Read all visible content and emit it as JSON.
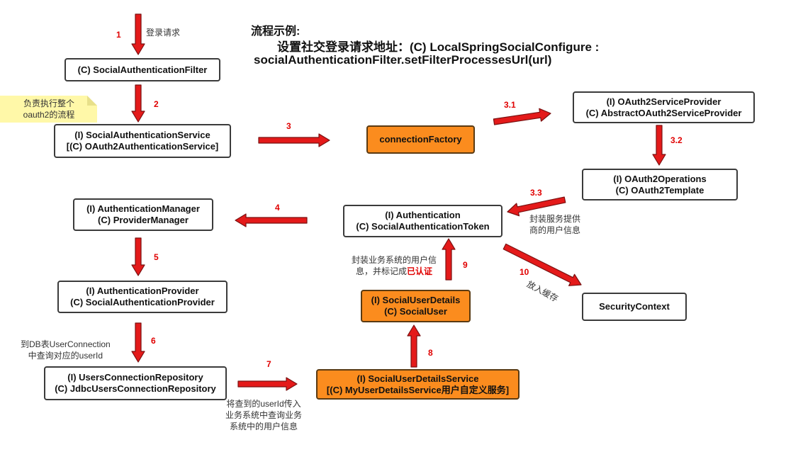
{
  "title": {
    "heading": "流程示例:",
    "line1": "设置社交登录请求地址：(C) LocalSpringSocialConfigure :",
    "line2": "socialAuthenticationFilter.setFilterProcessesUrl(url)"
  },
  "boxes": {
    "filter": {
      "lines": [
        "(C) SocialAuthenticationFilter"
      ],
      "highlight": false
    },
    "auth_service": {
      "lines": [
        "(I) SocialAuthenticationService",
        "[(C) OAuth2AuthenticationService]"
      ],
      "highlight": false
    },
    "connection_factory": {
      "lines": [
        "connectionFactory"
      ],
      "highlight": true
    },
    "service_provider": {
      "lines": [
        "(I) OAuth2ServiceProvider",
        "(C) AbstractOAuth2ServiceProvider"
      ],
      "highlight": false
    },
    "operations": {
      "lines": [
        "(I) OAuth2Operations",
        "(C) OAuth2Template"
      ],
      "highlight": false
    },
    "authentication": {
      "lines": [
        "(I) Authentication",
        "(C) SocialAuthenticationToken"
      ],
      "highlight": false
    },
    "auth_manager": {
      "lines": [
        "(I) AuthenticationManager",
        "(C) ProviderManager"
      ],
      "highlight": false
    },
    "auth_provider": {
      "lines": [
        "(I) AuthenticationProvider",
        "(C) SocialAuthenticationProvider"
      ],
      "highlight": false
    },
    "users_conn_repo": {
      "lines": [
        "(I) UsersConnectionRepository",
        "(C) JdbcUsersConnectionRepository"
      ],
      "highlight": false
    },
    "user_details_service": {
      "lines": [
        "(I) SocialUserDetailsService",
        "[(C) MyUserDetailsService用户自定义服务]"
      ],
      "highlight": true
    },
    "user_details": {
      "lines": [
        "(I) SocialUserDetails",
        "(C) SocialUser"
      ],
      "highlight": true
    },
    "security_context": {
      "lines": [
        "SecurityContext"
      ],
      "highlight": false
    }
  },
  "steps": {
    "s1": "1",
    "s2": "2",
    "s3": "3",
    "s31": "3.1",
    "s32": "3.2",
    "s33": "3.3",
    "s4": "4",
    "s5": "5",
    "s6": "6",
    "s7": "7",
    "s8": "8",
    "s9": "9",
    "s10": "10"
  },
  "notes": {
    "login_request": "登录请求",
    "sticky": [
      "负责执行整个",
      "oauth2的流程"
    ],
    "wrap_provider": [
      "封装服务提供",
      "商的用户信息"
    ],
    "wrap_business_1": "封装业务系统的用户信",
    "wrap_business_2_prefix": "息，并标记成",
    "wrap_business_2_highlight": "已认证",
    "cache": "放入缓存",
    "db_query": [
      "到DB表UserConnection",
      "中查询对应的userId"
    ],
    "pass_userid": [
      "将查到的userId传入",
      "业务系统中查询业务",
      "系统中的用户信息"
    ]
  },
  "colors": {
    "arrow_fill": "#e41a1a",
    "arrow_stroke": "#7a1010",
    "highlight_box": "#fb8c1e",
    "step_text": "#e00000",
    "sticky_note": "#fff8a8"
  }
}
